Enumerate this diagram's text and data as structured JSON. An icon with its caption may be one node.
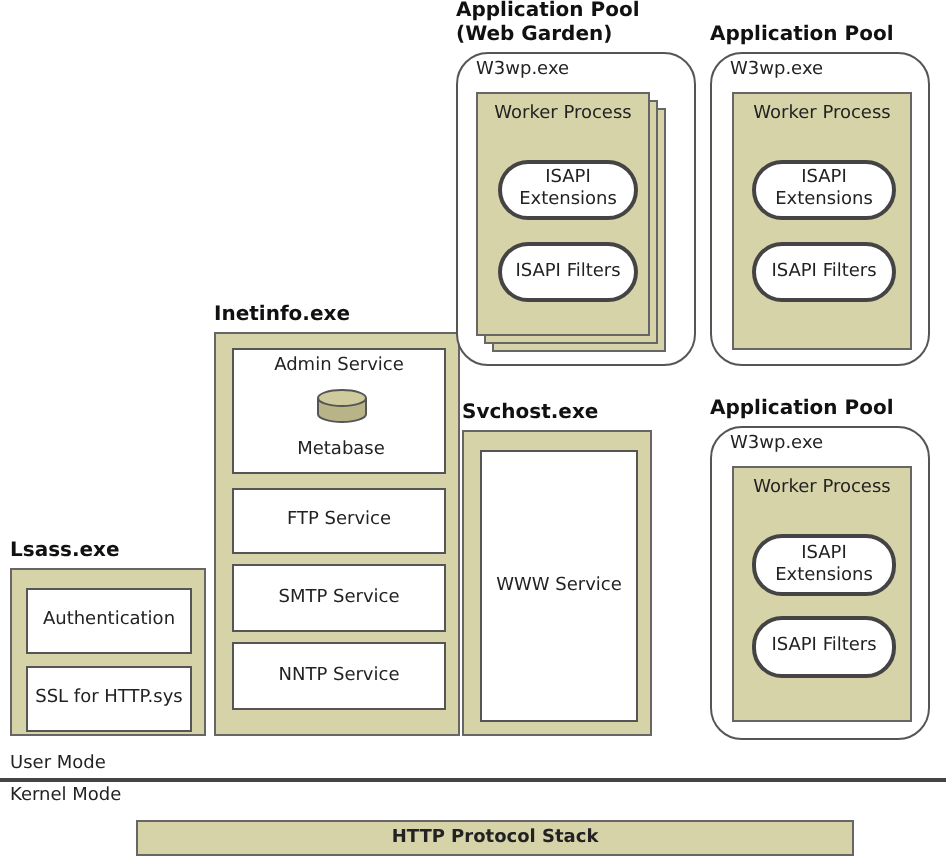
{
  "diagram": {
    "nodes": [
      {
        "text": [
          "Lsass.exe"
        ]
      },
      {
        "text": [
          "Authentication"
        ],
        "in": 0
      },
      {
        "text": [
          "SSL for HTTP.sys"
        ],
        "in": 0
      },
      {
        "text": [
          "Inetinfo.exe"
        ]
      },
      {
        "text": [
          "Admin Service"
        ],
        "in": 3
      },
      {
        "text": [
          "Metabase"
        ],
        "in": 4
      },
      {
        "text": [
          "FTP Service"
        ],
        "in": 3
      },
      {
        "text": [
          "SMTP Service"
        ],
        "in": 3
      },
      {
        "text": [
          "NNTP Service"
        ],
        "in": 3
      },
      {
        "text": [
          "Svchost.exe"
        ]
      },
      {
        "text": [
          "WWW Service"
        ],
        "in": 9
      },
      {
        "text": [
          "Application Pool (Web Garden)",
          "W3wp.exe"
        ]
      },
      {
        "text": [
          "Worker Process"
        ],
        "in": 11
      },
      {
        "text": [
          "ISAPI Extensions"
        ],
        "in": 12
      },
      {
        "text": [
          "ISAPI Filters"
        ],
        "in": 12
      },
      {
        "text": [
          "Application Pool",
          "W3wp.exe"
        ]
      },
      {
        "text": [
          "Worker Process"
        ],
        "in": 15
      },
      {
        "text": [
          "ISAPI Extensions"
        ],
        "in": 16
      },
      {
        "text": [
          "ISAPI Filters"
        ],
        "in": 16
      },
      {
        "text": [
          "Application Pool",
          "W3wp.exe"
        ]
      },
      {
        "text": [
          "Worker Process"
        ],
        "in": 19
      },
      {
        "text": [
          "ISAPI Extensions"
        ],
        "in": 20
      },
      {
        "text": [
          "ISAPI Filters"
        ],
        "in": 20
      },
      {
        "text": [
          "HTTP Protocol Stack"
        ]
      }
    ],
    "labels": [
      "User Mode",
      "Kernel Mode"
    ]
  }
}
